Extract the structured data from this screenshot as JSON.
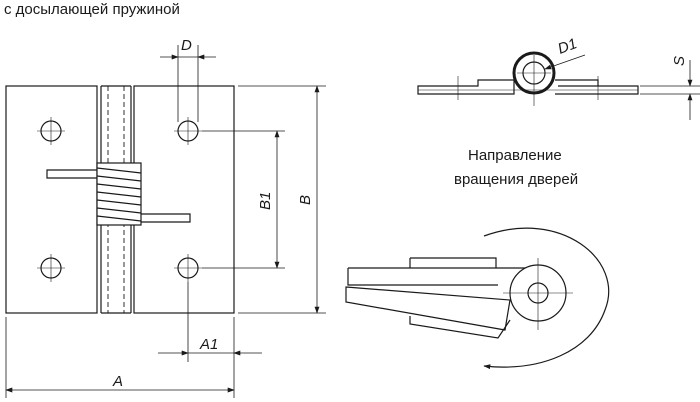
{
  "caption": "с досылающей пружиной",
  "dimensions": {
    "D": "D",
    "D1": "D1",
    "S": "S",
    "B": "B",
    "B1": "B1",
    "A": "A",
    "A1": "A1"
  },
  "rotation_note": {
    "line1": "Направление",
    "line2": "вращения дверей"
  },
  "colors": {
    "line": "#1a1a1a",
    "background": "#ffffff"
  }
}
